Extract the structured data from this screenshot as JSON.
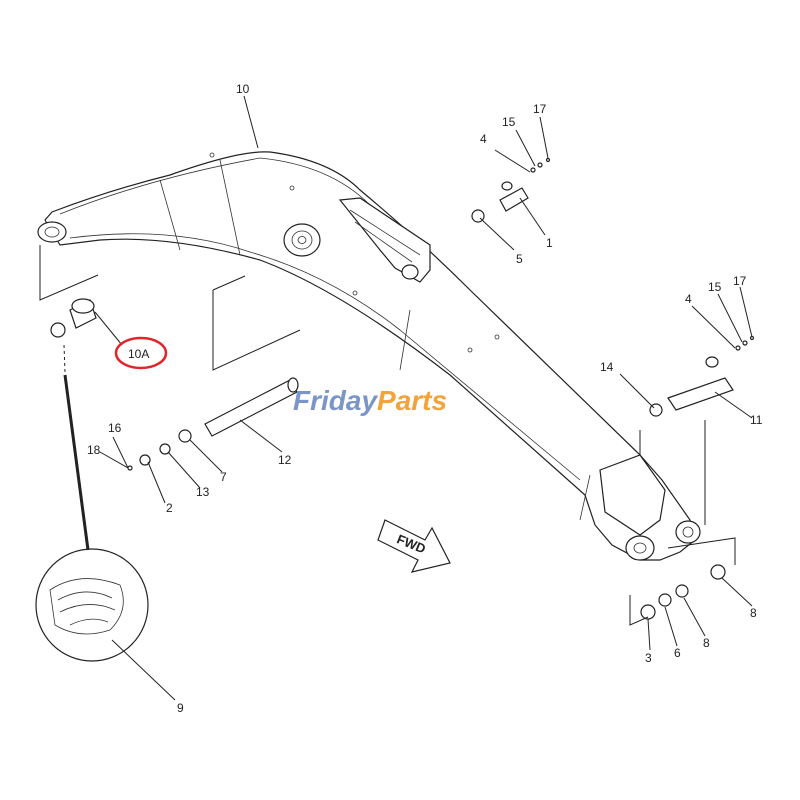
{
  "labels": {
    "l10": "10",
    "l10a": "10A",
    "l1": "1",
    "l2": "2",
    "l3": "3",
    "l4a": "4",
    "l4b": "4",
    "l5": "5",
    "l6": "6",
    "l7": "7",
    "l8a": "8",
    "l8b": "8",
    "l9": "9",
    "l11": "11",
    "l12": "12",
    "l13": "13",
    "l14": "14",
    "l15a": "15",
    "l15b": "15",
    "l16": "16",
    "l17a": "17",
    "l17b": "17",
    "l18": "18"
  },
  "direction": "FWD",
  "watermark": {
    "part1": "Friday",
    "part2": "Parts"
  },
  "colors": {
    "highlight": "#e0262b",
    "watermark_blue": "#7a95c8",
    "watermark_orange": "#f2a33a"
  }
}
